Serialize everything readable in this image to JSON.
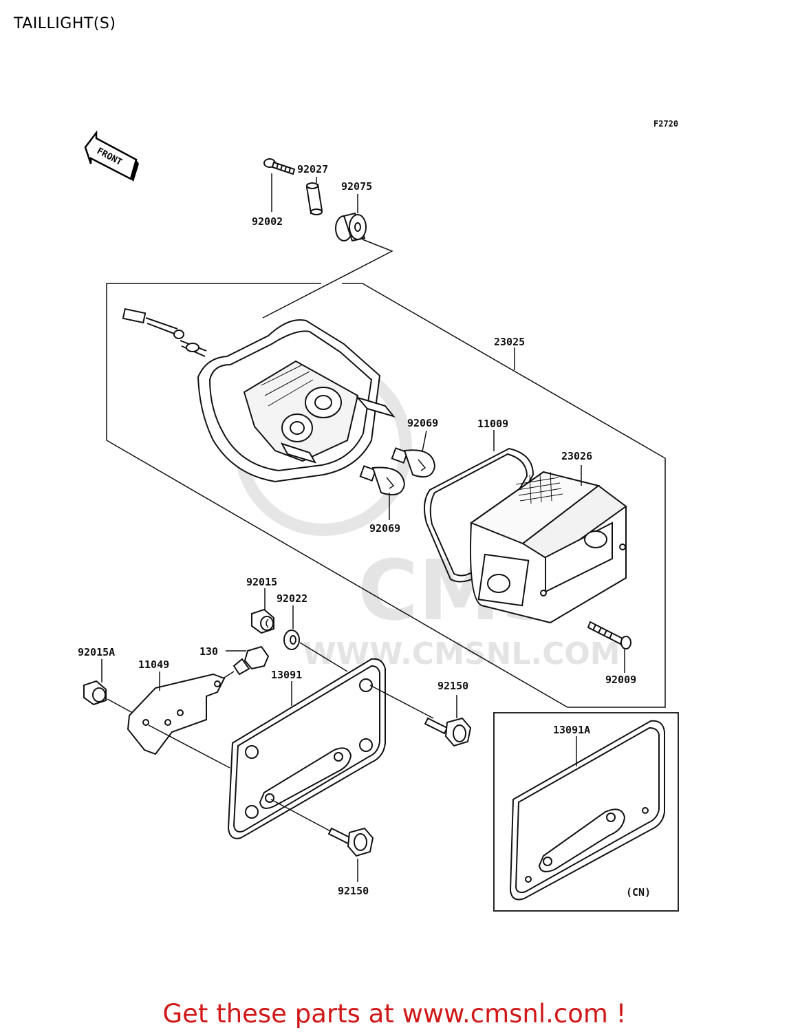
{
  "title": "TAILLIGHT(S)",
  "figure_code": "F2720",
  "front_label": "FRONT",
  "watermark": "WWW.CMSNL.COM",
  "watermark_logo": "CMS",
  "variant_note": "(CN)",
  "parts": {
    "p92002": "92002",
    "p92027": "92027",
    "p92075": "92075",
    "p23025": "23025",
    "p92069a": "92069",
    "p92069b": "92069",
    "p11009": "11009",
    "p23026": "23026",
    "p92015": "92015",
    "p92022": "92022",
    "p92015A": "92015A",
    "p11049": "11049",
    "p130": "130",
    "p13091": "13091",
    "p92150a": "92150",
    "p92150b": "92150",
    "p92009": "92009",
    "p13091A": "13091A"
  },
  "footer": {
    "prefix": "Get these parts at ",
    "link": "www.cmsnl.com",
    "suffix": " !"
  },
  "colors": {
    "footer_text": "#d01818",
    "line": "#111111",
    "watermark": "#e4e4e4"
  }
}
